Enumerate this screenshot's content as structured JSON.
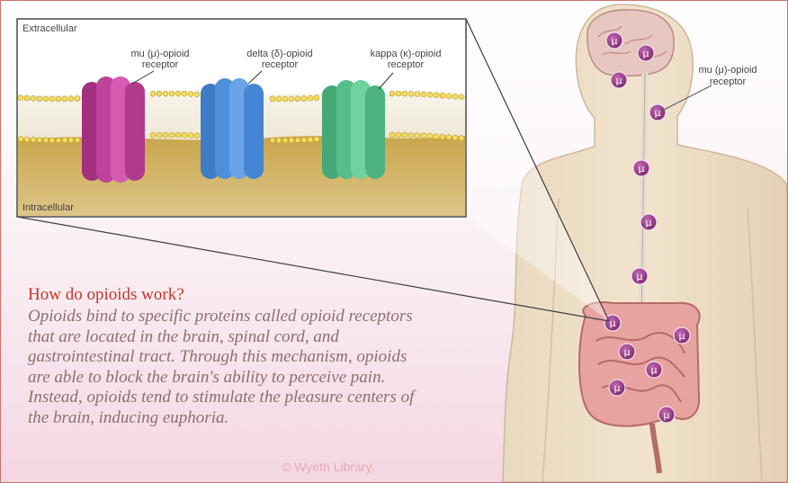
{
  "inset": {
    "extracellular_label": "Extracellular",
    "intracellular_label": "Intracellular",
    "receptors": [
      {
        "line1": "mu (μ)-opioid",
        "line2": "receptor",
        "color": "#c0449b"
      },
      {
        "line1": "delta (δ)-opioid",
        "line2": "receptor",
        "color": "#4f8fdc"
      },
      {
        "line1": "kappa (κ)-opioid",
        "line2": "receptor",
        "color": "#55be8a"
      }
    ]
  },
  "body": {
    "receptor_label_line1": "mu (μ)-opioid",
    "receptor_label_line2": "receptor",
    "marker_symbol": "μ",
    "marker_color": "#8a2f7a"
  },
  "text": {
    "question": "How do opioids work?",
    "answer": "Opioids bind to specific proteins called opioid receptors that are located in the brain, spinal cord, and gastrointestinal tract. Through this mechanism, opioids are able to block the brain's ability to perceive pain. Instead, opioids tend to stimulate the pleasure centers of the brain, inducing euphoria.",
    "copyright": "© Wyeth Library."
  }
}
